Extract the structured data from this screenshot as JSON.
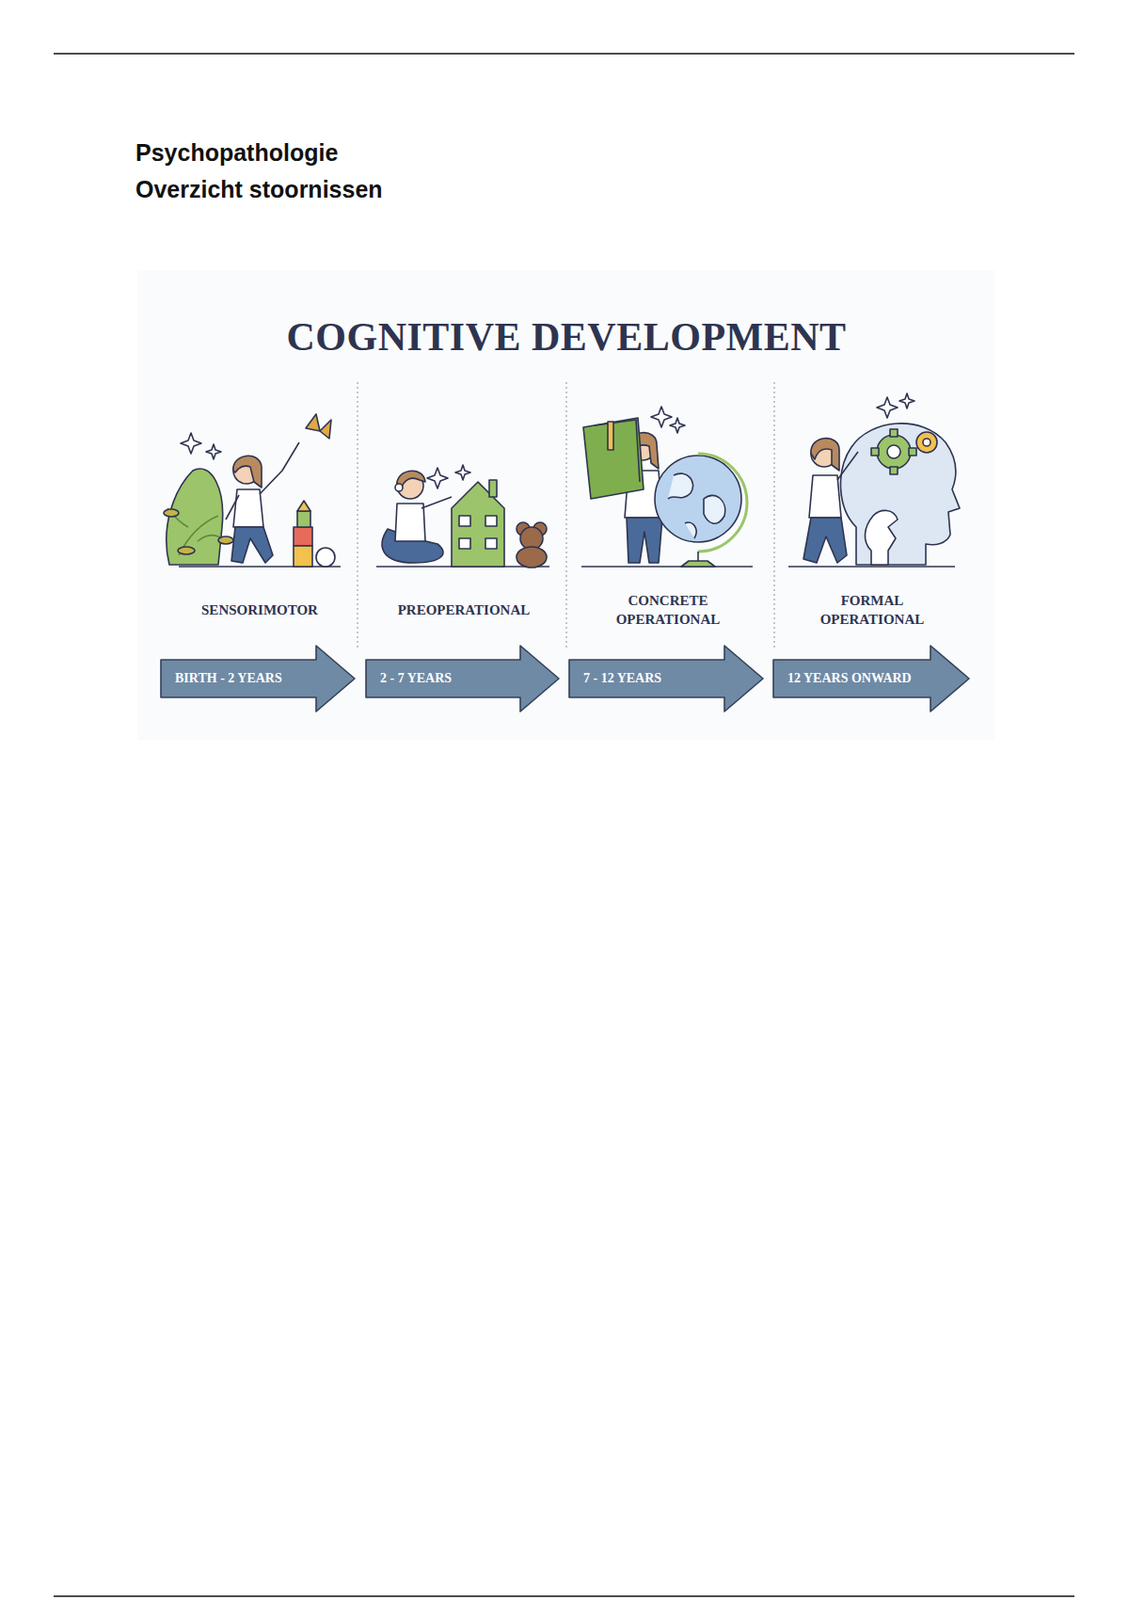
{
  "diagram": {
    "title": "COGNITIVE DEVELOPMENT",
    "nodes": [
      {
        "text": [
          "BIRTH - 2 YEARS"
        ]
      },
      {
        "text": [
          "2 - 7 YEARS"
        ]
      },
      {
        "text": [
          "7 - 12 YEARS"
        ]
      },
      {
        "text": [
          "12 YEARS ONWARD"
        ]
      }
    ],
    "labels": [
      "Psychopathologie",
      "Overzicht stoornissen",
      "SENSORIMOTOR",
      "PREOPERATIONAL",
      "CONCRETE OPERATIONAL",
      "FORMAL OPERATIONAL"
    ]
  }
}
